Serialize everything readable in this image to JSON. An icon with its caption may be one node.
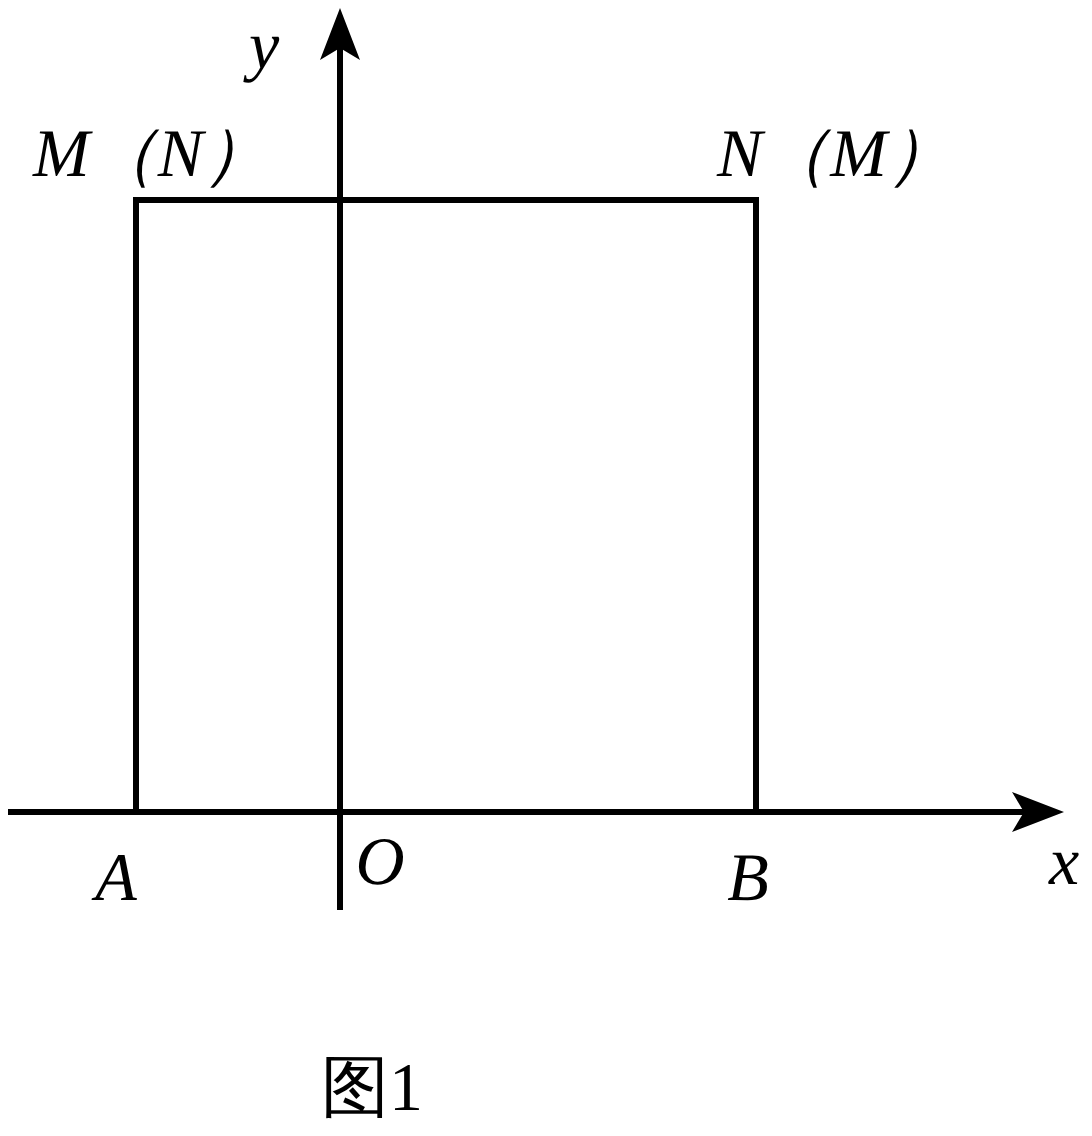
{
  "diagram": {
    "caption": "图1",
    "labels": [
      "y",
      "M（N）",
      "N（M）",
      "A",
      "O",
      "B",
      "x"
    ]
  }
}
